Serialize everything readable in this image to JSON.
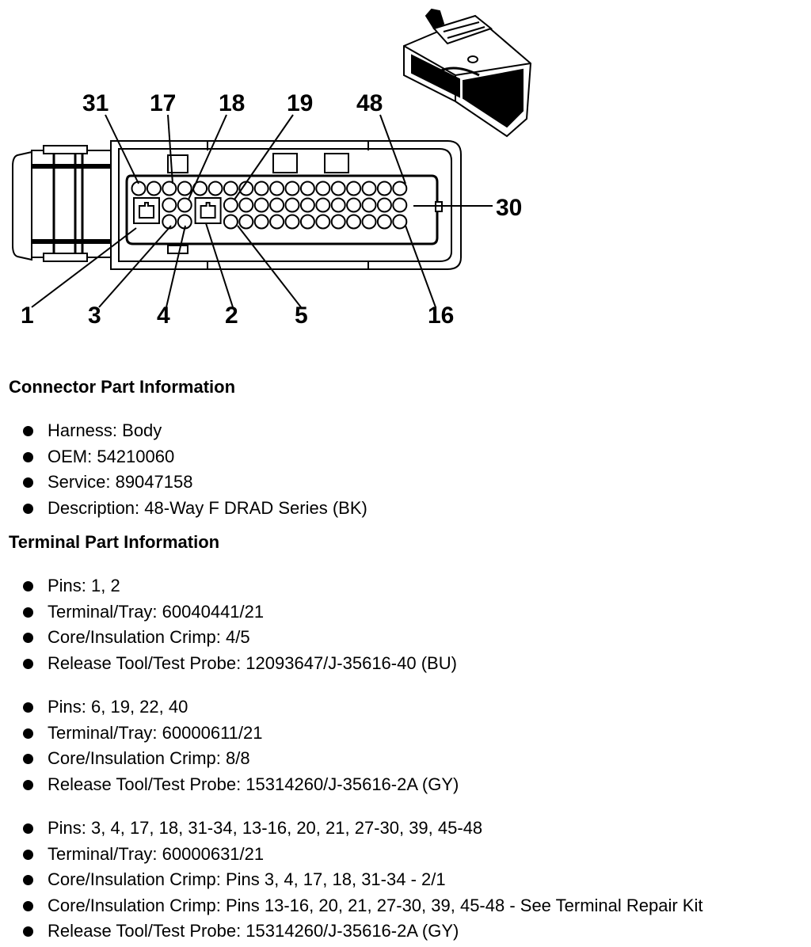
{
  "diagram": {
    "pin_labels_top": [
      "31",
      "17",
      "18",
      "19",
      "48"
    ],
    "pin_labels_bottom": [
      "1",
      "3",
      "4",
      "2",
      "5",
      "16"
    ],
    "pin_label_right": "30"
  },
  "connector_info": {
    "heading": "Connector Part Information",
    "items": [
      "Harness: Body",
      "OEM: 54210060",
      "Service: 89047158",
      "Description: 48-Way F DRAD Series (BK)"
    ]
  },
  "terminal_info": {
    "heading": "Terminal Part Information",
    "groups": [
      {
        "items": [
          "Pins: 1, 2",
          "Terminal/Tray: 60040441/21",
          "Core/Insulation Crimp: 4/5",
          "Release Tool/Test Probe: 12093647/J-35616-40 (BU)"
        ]
      },
      {
        "items": [
          "Pins: 6, 19, 22, 40",
          "Terminal/Tray: 60000611/21",
          "Core/Insulation Crimp: 8/8",
          "Release Tool/Test Probe: 15314260/J-35616-2A (GY)"
        ]
      },
      {
        "items": [
          "Pins: 3, 4, 17, 18, 31-34, 13-16, 20, 21, 27-30, 39, 45-48",
          "Terminal/Tray: 60000631/21",
          "Core/Insulation Crimp: Pins 3, 4, 17, 18, 31-34 - 2/1",
          "Core/Insulation Crimp: Pins 13-16, 20, 21, 27-30, 39, 45-48 - See Terminal Repair Kit",
          "Release Tool/Test Probe: 15314260/J-35616-2A (GY)"
        ]
      }
    ]
  }
}
